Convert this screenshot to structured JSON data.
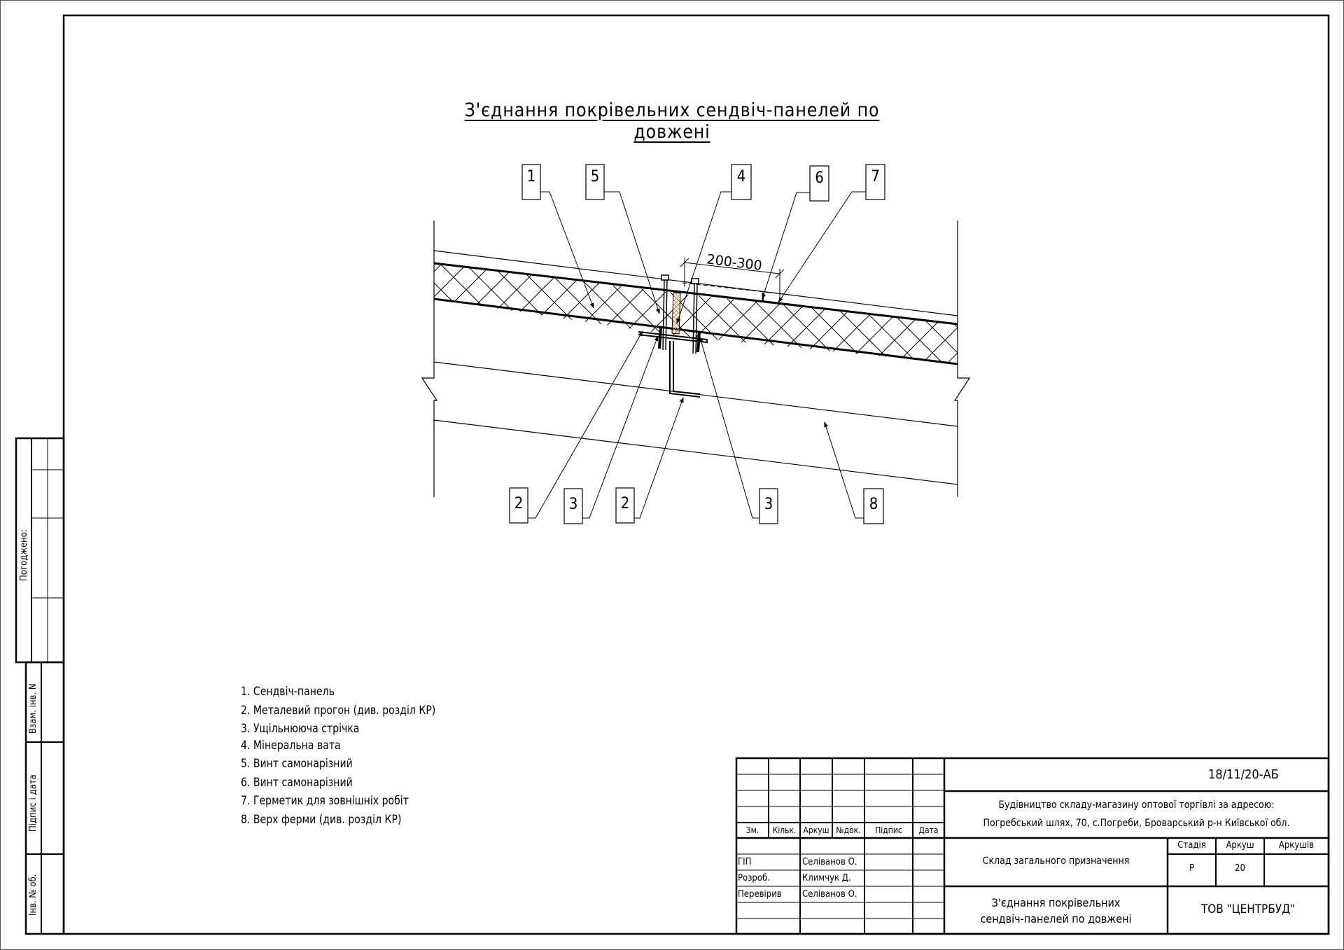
{
  "drawing": {
    "title": "З'єднання покрівельних сендвіч-панелей по довжені",
    "dimension": "200-300",
    "callouts_top": [
      {
        "id": "callout-1",
        "label": "1"
      },
      {
        "id": "callout-5",
        "label": "5"
      },
      {
        "id": "callout-4",
        "label": "4"
      },
      {
        "id": "callout-6",
        "label": "6"
      },
      {
        "id": "callout-7",
        "label": "7"
      }
    ],
    "callouts_bottom": [
      {
        "id": "callout-2a",
        "label": "2"
      },
      {
        "id": "callout-3a",
        "label": "3"
      },
      {
        "id": "callout-2b",
        "label": "2"
      },
      {
        "id": "callout-3b",
        "label": "3"
      },
      {
        "id": "callout-8",
        "label": "8"
      }
    ],
    "accent_color": "#e08a3c"
  },
  "notes": [
    "1. Сендвіч-панель",
    "2. Металевий прогон (див. розділ КР)",
    "3. Ущільнююча стрічка",
    "4. Мінеральна вата",
    "5. Винт самонарізний",
    "6. Винт самонарізний",
    "7. Герметик для зовнішніх робіт",
    "8. Верх ферми (див. розділ КР)"
  ],
  "side_stamp": {
    "agreed": "Погоджено:",
    "replace_inv": "Взам. інв. N",
    "sign_date": "Підпис і дата",
    "inv_orig": "Інв. № об."
  },
  "title_block": {
    "doc_code": "18/11/20-АБ",
    "project_line1": "Будівництво складу-магазину оптової торгівлі за адресою:",
    "project_line2": "Погребський шлях, 70, с.Погреби, Броварський р-н Київської обл.",
    "headers": {
      "zm": "Зм.",
      "kilk": "Кільк.",
      "arkush": "Аркуш",
      "ndok": "№док.",
      "pidpys": "Підпис",
      "data": "Дата"
    },
    "roles": [
      {
        "role": "ГІП",
        "name": "Селіванов О."
      },
      {
        "role": "Розроб.",
        "name": "Климчук Д."
      },
      {
        "role": "Перевірив",
        "name": "Селіванов О."
      }
    ],
    "object_name": "Склад загального призначення",
    "stage_label": "Стадія",
    "sheet_label": "Аркуш",
    "sheets_label": "Аркушів",
    "stage_value": "Р",
    "sheet_value": "20",
    "sheets_value": "",
    "sheet_title_line1": "З'єднання покрівельних",
    "sheet_title_line2": "сендвіч-панелей по довжені",
    "company": "ТОВ \"ЦЕНТРБУД\""
  }
}
